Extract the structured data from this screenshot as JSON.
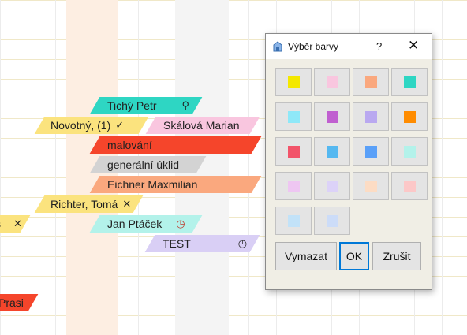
{
  "calendar": {
    "bars": [
      {
        "label": "Tichý Petr",
        "icon": "person-check-icon",
        "glyph": "⚲",
        "color": "#2ed6c3"
      },
      {
        "label": "Novotný, (1)",
        "icon": "check-icon",
        "glyph": "✓",
        "color": "#fbe37e"
      },
      {
        "label": "Skálová Marian",
        "icon": "",
        "glyph": "",
        "color": "#f9c6df"
      },
      {
        "label": "malování",
        "icon": "",
        "glyph": "",
        "color": "#f5452b"
      },
      {
        "label": "generální úklid",
        "icon": "",
        "glyph": "",
        "color": "#d3d3d3"
      },
      {
        "label": "Eichner Maxmilian",
        "icon": "",
        "glyph": "",
        "color": "#faa87e"
      },
      {
        "label": "Richter, Tomá",
        "icon": "close-icon",
        "glyph": "✕",
        "color": "#fbe37e"
      },
      {
        "label": "Jan Ptáček",
        "icon": "clock-icon",
        "glyph": "◷",
        "color": "#b3f2ea"
      },
      {
        "label": "TEST",
        "icon": "clock-icon",
        "glyph": "◷",
        "color": "#d9cff5"
      },
      {
        "label": "s",
        "icon": "close-icon",
        "glyph": "✕",
        "color": "#fbe37e"
      },
      {
        "label": "Prasi",
        "icon": "",
        "glyph": "",
        "color": "#f5452b"
      }
    ]
  },
  "dialog": {
    "title": "Výběr barvy",
    "help": "?",
    "close": "✕",
    "swatches": [
      "#f4e800",
      "#f9c6df",
      "#faa87e",
      "#2ed6c3",
      "#8ee8f8",
      "#c05fd0",
      "#b9a8f0",
      "#ff8c00",
      "#f2546a",
      "#55b8f0",
      "#5aa0f8",
      "#b3f2ea",
      "#eec6f2",
      "#dcd2f8",
      "#fcdcc4",
      "#fcc8c8",
      "#c2e2f8",
      "#ccdcf8"
    ],
    "buttons": {
      "clear": "Vymazat",
      "ok": "OK",
      "cancel": "Zrušit"
    }
  }
}
